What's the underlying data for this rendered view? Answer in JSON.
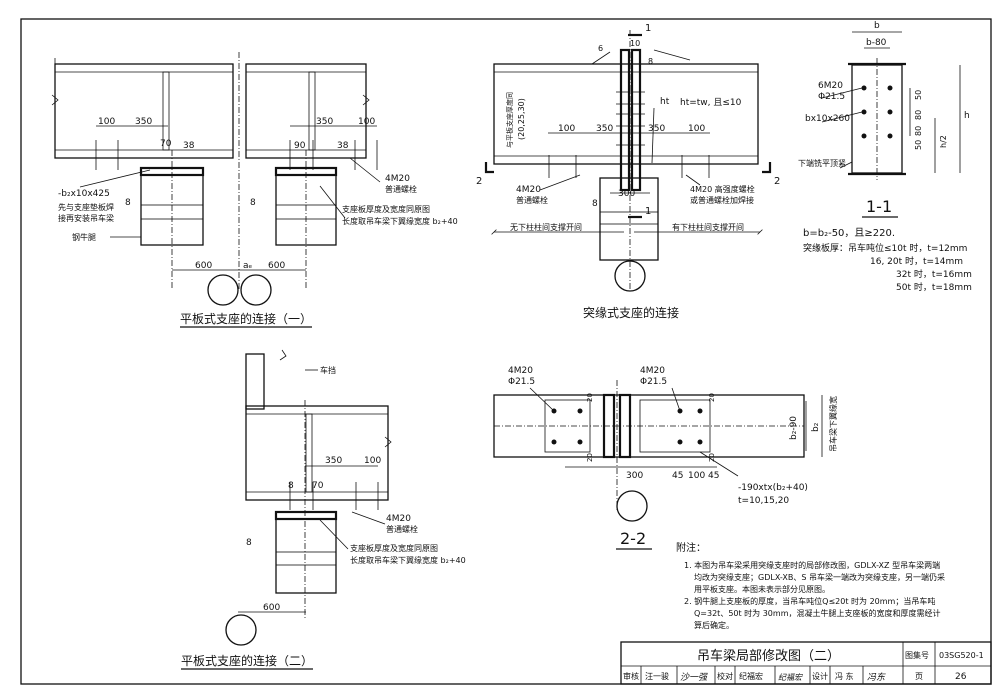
{
  "views": {
    "flat1": {
      "title": "平板式支座的连接（一）",
      "dim_100": "100",
      "dim_350": "350",
      "dim_100b": "100",
      "dim_350b": "350",
      "dim_70": "70",
      "dim_90": "90",
      "weld_8a": "8",
      "weld_8b": "8",
      "weld_38a": "38",
      "weld_38b": "38",
      "plate_label": "-b₂x10x425",
      "note_install_1": "先与支座垫板焊",
      "note_install_2": "接再安装吊车梁",
      "label_bracket": "钢牛腿",
      "bolt_spec": "4M20",
      "bolt_type": "普通螺栓",
      "note_plate_1": "支座板厚度及宽度同原图",
      "note_plate_2": "长度取吊车梁下翼缘宽度 b₂+40",
      "dim_600a": "600",
      "dim_ae": "aₑ",
      "dim_600b": "600"
    },
    "prot": {
      "title": "突缘式支座的连接",
      "dim_6": "6",
      "dim_10": "10",
      "dim_8": "8",
      "stiff_label_1": "与平板支座厚度同",
      "stiff_label_2": "(20,25,30)",
      "ht_label": "ht",
      "ht_formula": "ht=tw, 且≤10",
      "dim_100a": "100",
      "dim_350a": "350",
      "dim_350b": "350",
      "dim_100b": "100",
      "bolt_l_spec": "4M20",
      "bolt_l_type": "普通螺栓",
      "dim_300": "300",
      "weld_8": "8",
      "bolt_r_spec": "4M20 高强度螺栓",
      "bolt_r_type": "或普通螺栓加焊接",
      "no_brace": "无下柱柱间支撑开间",
      "has_brace": "有下柱柱间支撑开间",
      "sec_mark": "1",
      "sec22_mark": "2"
    },
    "sec11": {
      "title": "1-1",
      "dim_b": "b",
      "dim_b80": "b-80",
      "bolt_spec": "6M20",
      "bolt_dia": "Φ21.5",
      "plate_spec": "bx10x260",
      "dim_50a": "50",
      "dim_80a": "80",
      "dim_80b": "80",
      "dim_50b": "50",
      "dim_h": "h",
      "dim_h2": "h/2",
      "flange_label": "下端铣平顶紧",
      "formula": "b=b₂-50，且≥220.",
      "rule_0": "突缘板厚：吊车吨位≤10t 时，t=12mm",
      "rule_1": "16, 20t 时，t=14mm",
      "rule_2": "32t 时，t=16mm",
      "rule_3": "50t 时，t=18mm"
    },
    "sec22": {
      "title": "2-2",
      "bolt_l_spec": "4M20",
      "bolt_l_dia": "Φ21.5",
      "bolt_r_spec": "4M20",
      "bolt_r_dia": "Φ21.5",
      "dim_20a": "20",
      "dim_20b": "20",
      "dim_20c": "20",
      "dim_20d": "20",
      "dim_300": "300",
      "dim_45a": "45",
      "dim_100": "100",
      "dim_45b": "45",
      "dim_b2_90": "b₂-90",
      "dim_b2": "b₂",
      "flange_label": "吊车梁下翼缘宽",
      "plate_spec": "-190xtx(b₂+40)",
      "plate_t": "t=10,15,20"
    },
    "flat2": {
      "title": "平板式支座的连接（二）",
      "rail_label": "车挡",
      "dim_350": "350",
      "dim_100": "100",
      "weld_8a": "8",
      "weld_70": "70",
      "weld_8b": "8",
      "bolt_spec": "4M20",
      "bolt_type": "普通螺栓",
      "note_plate_1": "支座板厚度及宽度同原图",
      "note_plate_2": "长度取吊车梁下翼缘宽度 b₂+40",
      "dim_600": "600"
    }
  },
  "notes": {
    "heading": "附注：",
    "n1_l1": "1. 本图为吊车梁采用突缘支座时的局部修改图，GDLX-XZ 型吊车梁两端",
    "n1_l2": "均改为突缘支座；GDLX-XB、S 吊车梁一端改为突缘支座，另一端仍采",
    "n1_l3": "用平板支座。本图未表示部分见原图。",
    "n2_l1": "2. 钢牛腿上支座板的厚度，当吊车吨位Q≤20t 时为 20mm；当吊车吨",
    "n2_l2": "Q=32t、50t 时为 30mm，混凝土牛腿上支座板的宽度和厚度需经计",
    "n2_l3": "算后确定。"
  },
  "title_block": {
    "drawing_title": "吊车梁局部修改图（二）",
    "atlas_label": "图集号",
    "atlas_no": "03SG520-1",
    "review_label": "审核",
    "review_name": "汪一骏",
    "review_sign": "沙一强",
    "check_label": "校对",
    "check_name": "纪福宏",
    "check_sign": "纪福宏",
    "design_label": "设计",
    "design_name": "冯 东",
    "design_sign": "冯东",
    "page_label": "页",
    "page_no": "26"
  }
}
